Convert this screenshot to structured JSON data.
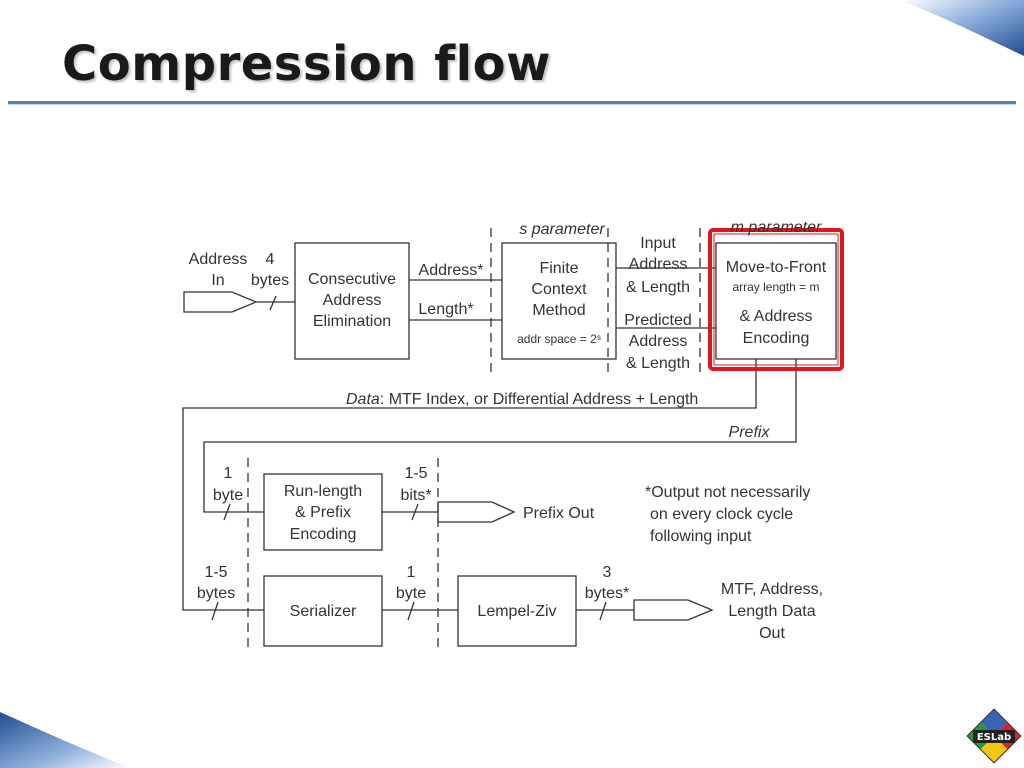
{
  "slide": {
    "title": "Compression flow",
    "logo_text": "ESLab"
  },
  "diagram": {
    "input_label_1": "Address",
    "input_label_2": "In",
    "input_bytes_1": "4",
    "input_bytes_2": "bytes",
    "cae_1": "Consecutive",
    "cae_2": "Address",
    "cae_3": "Elimination",
    "address_out": "Address*",
    "length_out": "Length*",
    "s_param": "s parameter",
    "fcm_1": "Finite",
    "fcm_2": "Context",
    "fcm_3": "Method",
    "fcm_4": "addr space = 2ˢ",
    "in_addr_1": "Input",
    "in_addr_2": "Address",
    "in_addr_3": "& Length",
    "pred_1": "Predicted",
    "pred_2": "Address",
    "pred_3": "& Length",
    "m_param": "m parameter",
    "mtf_1": "Move-to-Front",
    "mtf_2": "array length = m",
    "mtf_3": "& Address",
    "mtf_4": "Encoding",
    "data_label_italic": "Data",
    "data_label_rest": ": MTF Index, or Differential Address + Length",
    "prefix_label": "Prefix",
    "rl_in_1": "1",
    "rl_in_2": "byte",
    "rl_1": "Run-length",
    "rl_2": "& Prefix",
    "rl_3": "Encoding",
    "rl_out_1": "1-5",
    "rl_out_2": "bits*",
    "prefix_out": "Prefix Out",
    "note_1": "*Output not necessarily",
    "note_2": "on every clock cycle",
    "note_3": "following input",
    "ser_in_1": "1-5",
    "ser_in_2": "bytes",
    "serializer": "Serializer",
    "lz_in_1": "1",
    "lz_in_2": "byte",
    "lz": "Lempel-Ziv",
    "lz_out_1": "3",
    "lz_out_2": "bytes*",
    "final_1": "MTF, Address,",
    "final_2": "Length Data",
    "final_3": "Out"
  },
  "colors": {
    "highlight": "#e0161b",
    "rule": "#5b7fae",
    "corner_blue": "#2c5a9c"
  }
}
